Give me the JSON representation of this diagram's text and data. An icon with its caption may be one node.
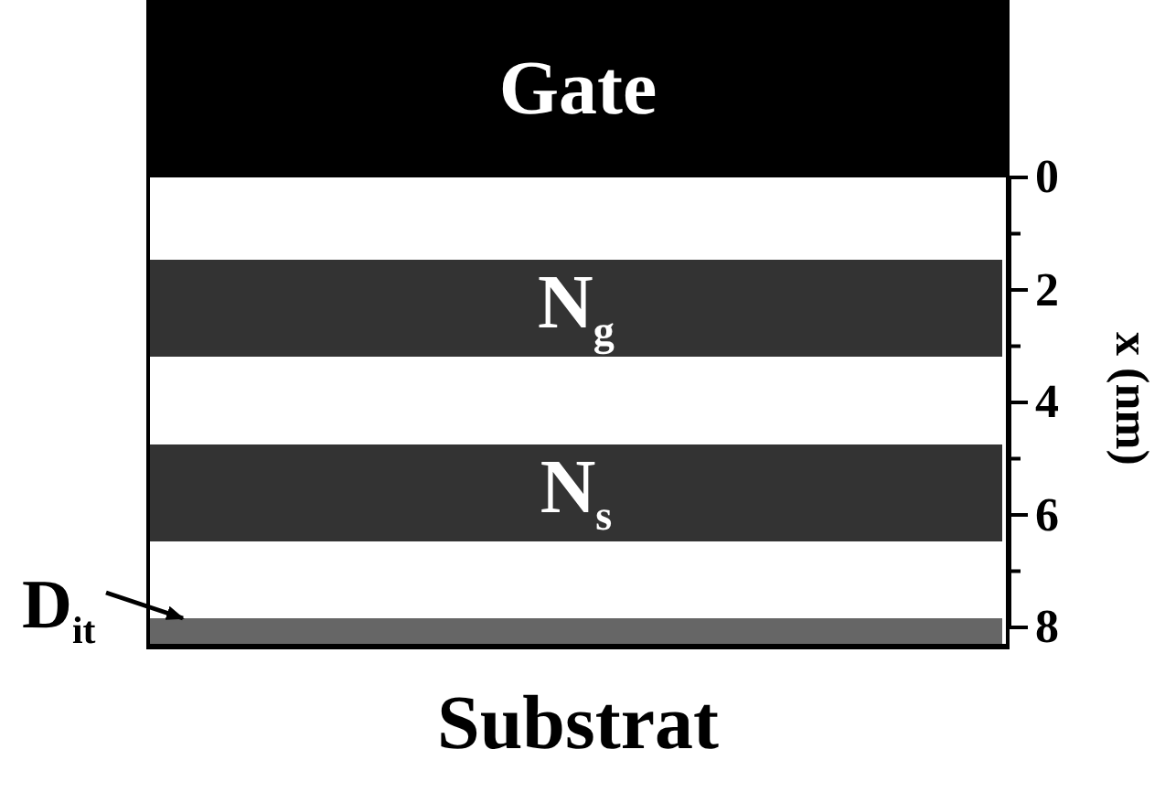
{
  "diagram": {
    "nodes": [
      {
        "text": [
          "Gate"
        ]
      },
      {
        "text": [
          "N$_{g}$"
        ]
      },
      {
        "text": [
          "N$_{s}$"
        ]
      },
      {
        "text": [
          "D$_{it}$"
        ]
      },
      {
        "text": [],
        "shape": "bar"
      },
      {
        "text": [
          "Substrat"
        ]
      }
    ],
    "edges": [
      {
        "from": 3,
        "to": 4,
        "arrow": "to"
      }
    ],
    "labels": [
      "0",
      "2",
      "4",
      "6",
      "8",
      "x (nm)"
    ]
  }
}
